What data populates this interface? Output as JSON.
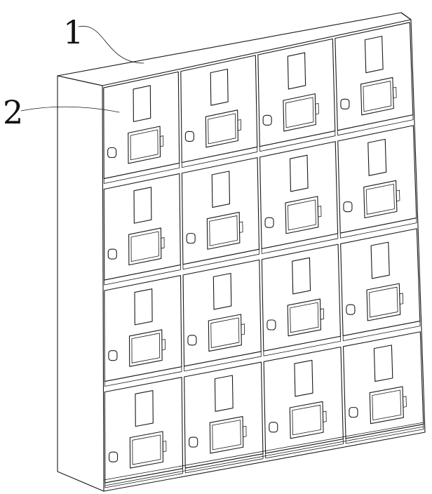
{
  "labels": [
    {
      "id": "housing",
      "text": "1"
    },
    {
      "id": "door",
      "text": "2"
    }
  ],
  "grid": {
    "rows": 4,
    "cols": 4
  },
  "colors": {
    "stroke": "#1a1a1a",
    "background": "#ffffff"
  }
}
